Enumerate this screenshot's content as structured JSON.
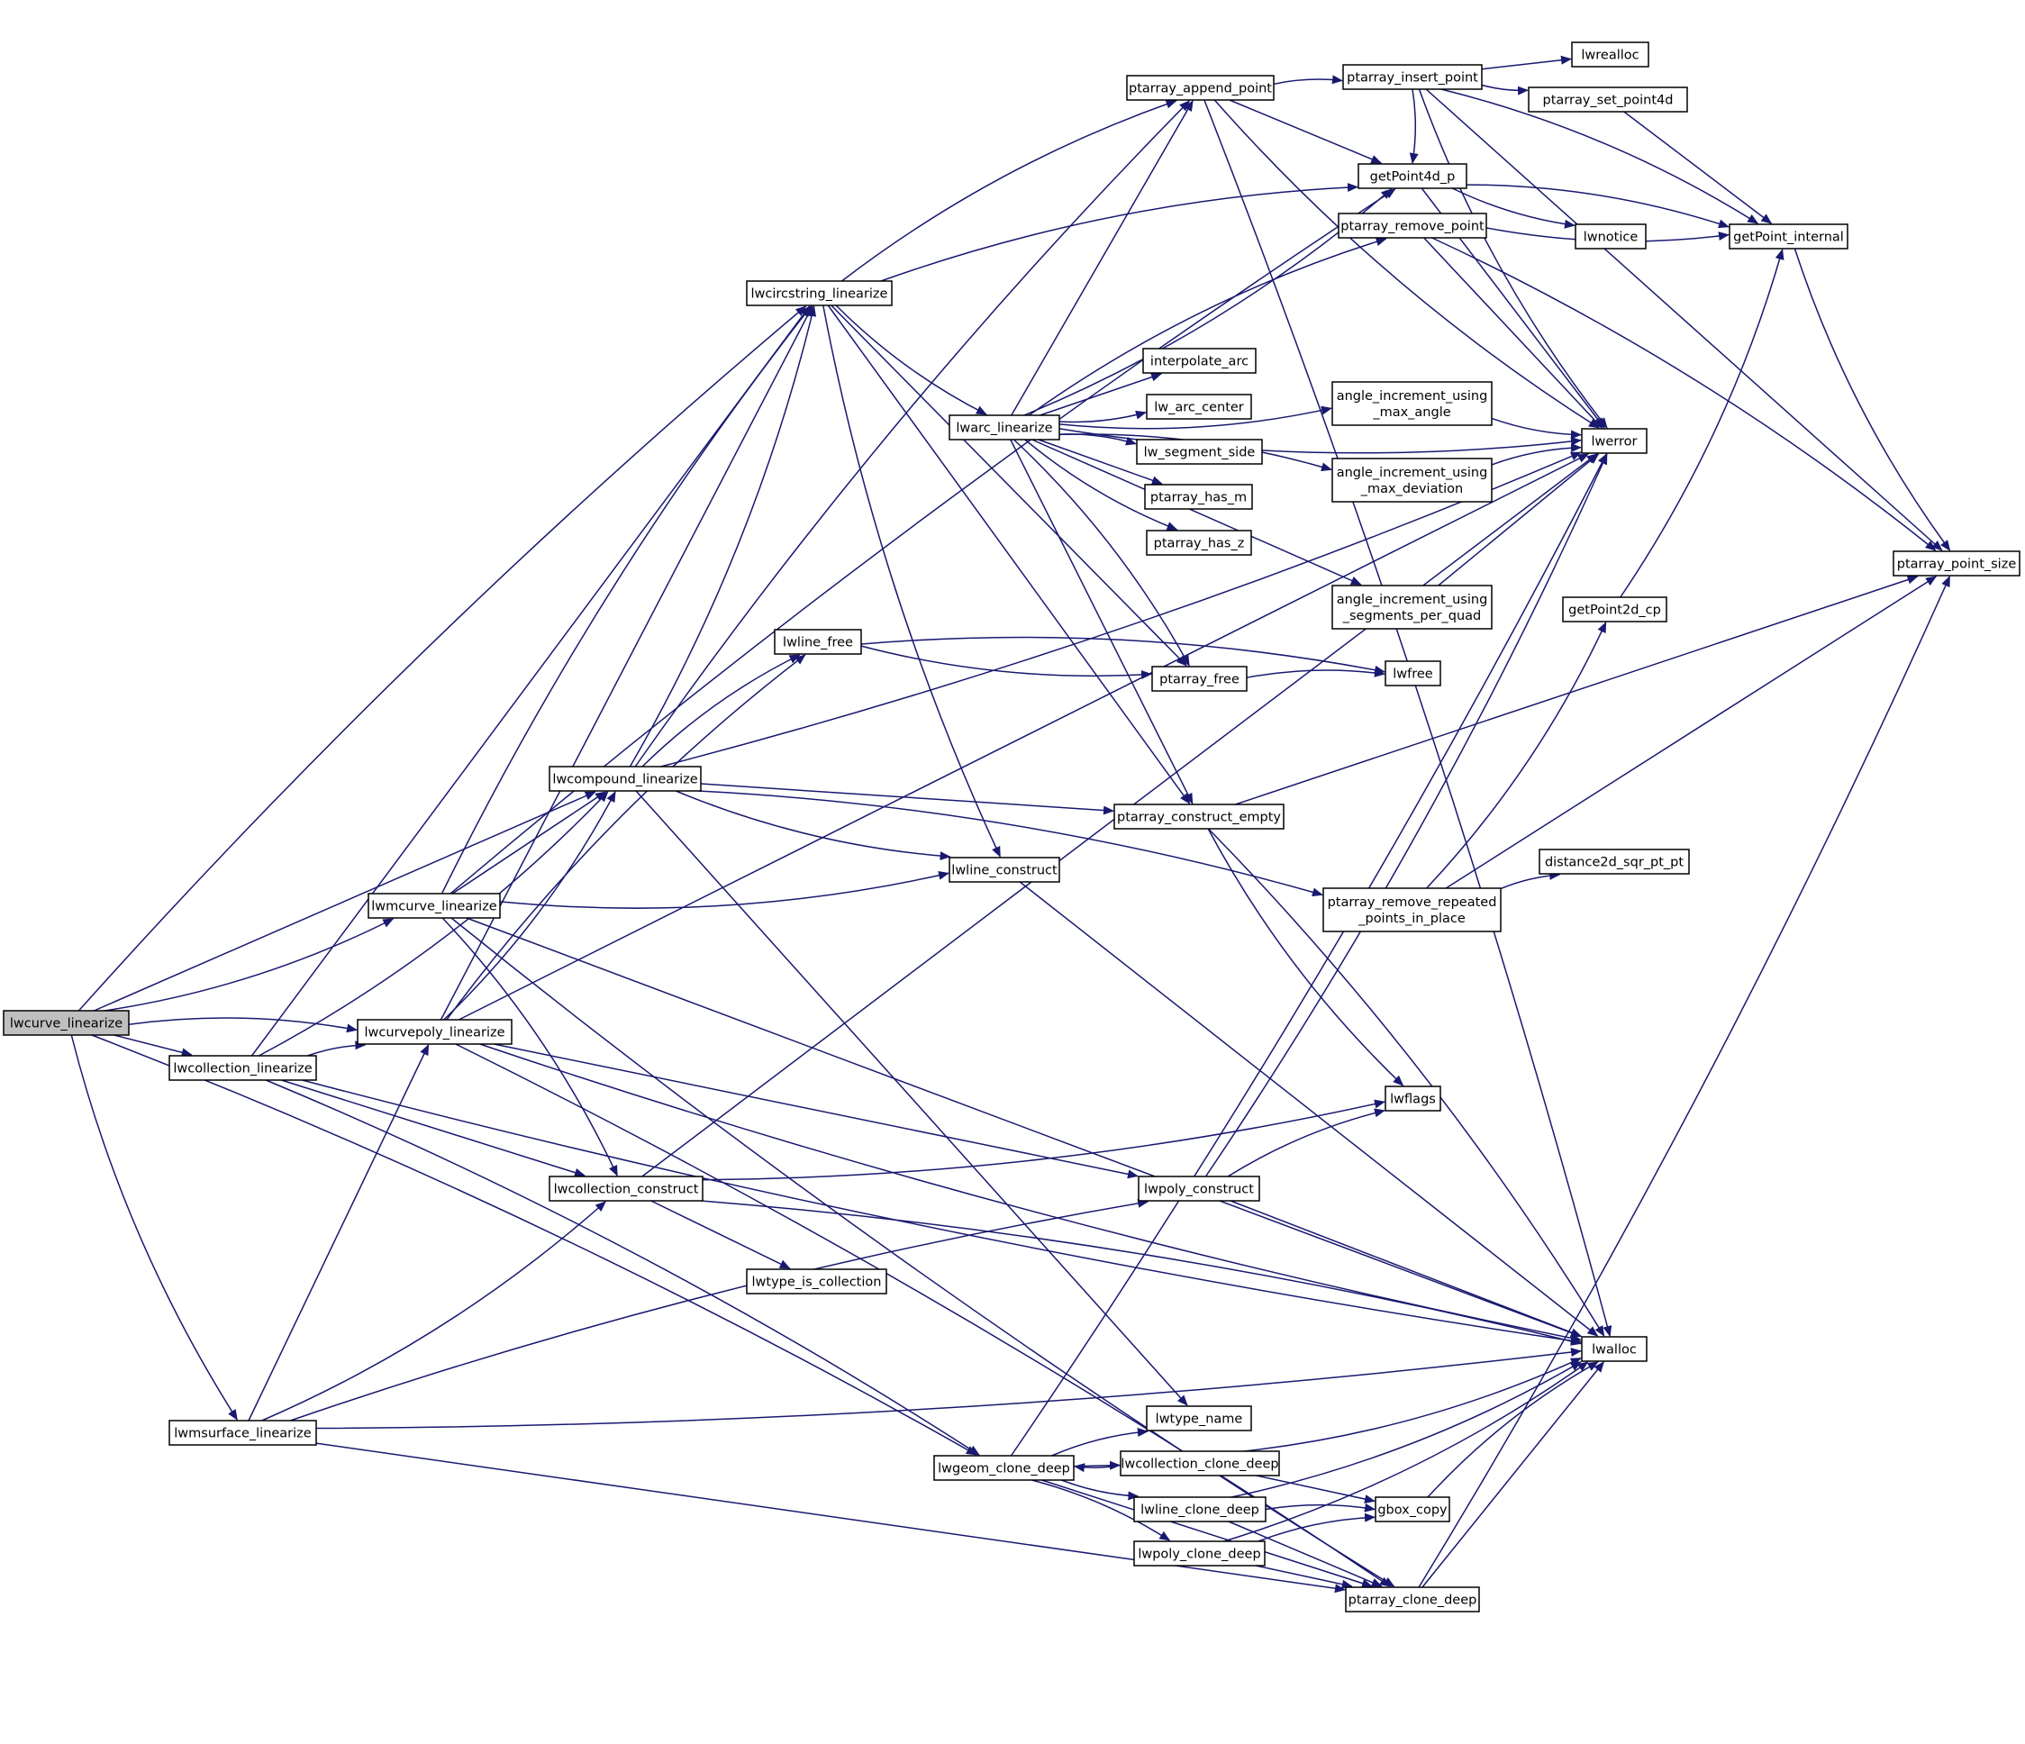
{
  "graph": {
    "root": "lwcurve_linearize",
    "nodes": [
      {
        "id": "lwcurve_linearize",
        "lines": [
          "lwcurve_linearize"
        ],
        "root": true
      },
      {
        "id": "lwcollection_linearize",
        "lines": [
          "lwcollection_linearize"
        ]
      },
      {
        "id": "lwmsurface_linearize",
        "lines": [
          "lwmsurface_linearize"
        ]
      },
      {
        "id": "lwmcurve_linearize",
        "lines": [
          "lwmcurve_linearize"
        ]
      },
      {
        "id": "lwcurvepoly_linearize",
        "lines": [
          "lwcurvepoly_linearize"
        ]
      },
      {
        "id": "lwcircstring_linearize",
        "lines": [
          "lwcircstring_linearize"
        ]
      },
      {
        "id": "lwcompound_linearize",
        "lines": [
          "lwcompound_linearize"
        ]
      },
      {
        "id": "lwcollection_construct",
        "lines": [
          "lwcollection_construct"
        ]
      },
      {
        "id": "lwtype_is_collection",
        "lines": [
          "lwtype_is_collection"
        ]
      },
      {
        "id": "lwline_free",
        "lines": [
          "lwline_free"
        ]
      },
      {
        "id": "lwarc_linearize",
        "lines": [
          "lwarc_linearize"
        ]
      },
      {
        "id": "ptarray_append_point",
        "lines": [
          "ptarray_append_point"
        ]
      },
      {
        "id": "interpolate_arc",
        "lines": [
          "interpolate_arc"
        ]
      },
      {
        "id": "lw_arc_center",
        "lines": [
          "lw_arc_center"
        ]
      },
      {
        "id": "lw_segment_side",
        "lines": [
          "lw_segment_side"
        ]
      },
      {
        "id": "ptarray_has_m",
        "lines": [
          "ptarray_has_m"
        ]
      },
      {
        "id": "ptarray_has_z",
        "lines": [
          "ptarray_has_z"
        ]
      },
      {
        "id": "ptarray_free",
        "lines": [
          "ptarray_free"
        ]
      },
      {
        "id": "ptarray_construct_empty",
        "lines": [
          "ptarray_construct_empty"
        ]
      },
      {
        "id": "lwline_construct",
        "lines": [
          "lwline_construct"
        ]
      },
      {
        "id": "lwpoly_construct",
        "lines": [
          "lwpoly_construct"
        ]
      },
      {
        "id": "lwtype_name",
        "lines": [
          "lwtype_name"
        ]
      },
      {
        "id": "lwgeom_clone_deep",
        "lines": [
          "lwgeom_clone_deep"
        ]
      },
      {
        "id": "lwcollection_clone_deep",
        "lines": [
          "lwcollection_clone_deep"
        ]
      },
      {
        "id": "lwline_clone_deep",
        "lines": [
          "lwline_clone_deep"
        ]
      },
      {
        "id": "lwpoly_clone_deep",
        "lines": [
          "lwpoly_clone_deep"
        ]
      },
      {
        "id": "ptarray_insert_point",
        "lines": [
          "ptarray_insert_point"
        ]
      },
      {
        "id": "getPoint4d_p",
        "lines": [
          "getPoint4d_p"
        ]
      },
      {
        "id": "ptarray_remove_point",
        "lines": [
          "ptarray_remove_point"
        ]
      },
      {
        "id": "angle_increment_using_max_angle",
        "lines": [
          "angle_increment_using",
          "_max_angle"
        ]
      },
      {
        "id": "angle_increment_using_max_deviation",
        "lines": [
          "angle_increment_using",
          "_max_deviation"
        ]
      },
      {
        "id": "angle_increment_using_segments_per_quad",
        "lines": [
          "angle_increment_using",
          "_segments_per_quad"
        ]
      },
      {
        "id": "lwfree",
        "lines": [
          "lwfree"
        ]
      },
      {
        "id": "ptarray_remove_repeated_points_in_place",
        "lines": [
          "ptarray_remove_repeated",
          "_points_in_place"
        ]
      },
      {
        "id": "lwflags",
        "lines": [
          "lwflags"
        ]
      },
      {
        "id": "gbox_copy",
        "lines": [
          "gbox_copy"
        ]
      },
      {
        "id": "ptarray_clone_deep",
        "lines": [
          "ptarray_clone_deep"
        ]
      },
      {
        "id": "lwrealloc",
        "lines": [
          "lwrealloc"
        ]
      },
      {
        "id": "ptarray_set_point4d",
        "lines": [
          "ptarray_set_point4d"
        ]
      },
      {
        "id": "lwnotice",
        "lines": [
          "lwnotice"
        ]
      },
      {
        "id": "lwerror",
        "lines": [
          "lwerror"
        ]
      },
      {
        "id": "getPoint2d_cp",
        "lines": [
          "getPoint2d_cp"
        ]
      },
      {
        "id": "distance2d_sqr_pt_pt",
        "lines": [
          "distance2d_sqr_pt_pt"
        ]
      },
      {
        "id": "lwalloc",
        "lines": [
          "lwalloc"
        ]
      },
      {
        "id": "getPoint_internal",
        "lines": [
          "getPoint_internal"
        ]
      },
      {
        "id": "ptarray_point_size",
        "lines": [
          "ptarray_point_size"
        ]
      }
    ],
    "edges": [
      [
        "lwcurve_linearize",
        "lwcircstring_linearize"
      ],
      [
        "lwcurve_linearize",
        "lwcompound_linearize"
      ],
      [
        "lwcurve_linearize",
        "lwmcurve_linearize"
      ],
      [
        "lwcurve_linearize",
        "lwcurvepoly_linearize"
      ],
      [
        "lwcurve_linearize",
        "lwcollection_linearize"
      ],
      [
        "lwcurve_linearize",
        "lwmsurface_linearize"
      ],
      [
        "lwcurve_linearize",
        "lwgeom_clone_deep"
      ],
      [
        "lwcollection_linearize",
        "lwcircstring_linearize"
      ],
      [
        "lwcollection_linearize",
        "lwcompound_linearize"
      ],
      [
        "lwcollection_linearize",
        "lwcurvepoly_linearize"
      ],
      [
        "lwcollection_linearize",
        "lwcollection_construct"
      ],
      [
        "lwcollection_linearize",
        "lwalloc"
      ],
      [
        "lwcollection_linearize",
        "lwgeom_clone_deep"
      ],
      [
        "lwmsurface_linearize",
        "lwcurvepoly_linearize"
      ],
      [
        "lwmsurface_linearize",
        "lwcollection_construct"
      ],
      [
        "lwmsurface_linearize",
        "lwpoly_construct"
      ],
      [
        "lwmsurface_linearize",
        "ptarray_clone_deep"
      ],
      [
        "lwmsurface_linearize",
        "lwalloc"
      ],
      [
        "lwmcurve_linearize",
        "lwcircstring_linearize"
      ],
      [
        "lwmcurve_linearize",
        "lwcompound_linearize"
      ],
      [
        "lwmcurve_linearize",
        "lwline_construct"
      ],
      [
        "lwmcurve_linearize",
        "lwcollection_construct"
      ],
      [
        "lwmcurve_linearize",
        "lwalloc"
      ],
      [
        "lwmcurve_linearize",
        "ptarray_clone_deep"
      ],
      [
        "lwmcurve_linearize",
        "getPoint4d_p"
      ],
      [
        "lwcurvepoly_linearize",
        "lwcircstring_linearize"
      ],
      [
        "lwcurvepoly_linearize",
        "lwcompound_linearize"
      ],
      [
        "lwcurvepoly_linearize",
        "lwline_free"
      ],
      [
        "lwcurvepoly_linearize",
        "lwpoly_construct"
      ],
      [
        "lwcurvepoly_linearize",
        "lwalloc"
      ],
      [
        "lwcurvepoly_linearize",
        "ptarray_clone_deep"
      ],
      [
        "lwcurvepoly_linearize",
        "lwerror"
      ],
      [
        "lwcircstring_linearize",
        "lwarc_linearize"
      ],
      [
        "lwcircstring_linearize",
        "ptarray_append_point"
      ],
      [
        "lwcircstring_linearize",
        "ptarray_construct_empty"
      ],
      [
        "lwcircstring_linearize",
        "lwline_construct"
      ],
      [
        "lwcircstring_linearize",
        "getPoint4d_p"
      ],
      [
        "lwcircstring_linearize",
        "ptarray_free"
      ],
      [
        "lwcompound_linearize",
        "lwcircstring_linearize"
      ],
      [
        "lwcompound_linearize",
        "lwline_free"
      ],
      [
        "lwcompound_linearize",
        "ptarray_construct_empty"
      ],
      [
        "lwcompound_linearize",
        "lwline_construct"
      ],
      [
        "lwcompound_linearize",
        "ptarray_remove_repeated_points_in_place"
      ],
      [
        "lwcompound_linearize",
        "lwtype_name"
      ],
      [
        "lwcompound_linearize",
        "lwerror"
      ],
      [
        "lwcompound_linearize",
        "ptarray_append_point"
      ],
      [
        "lwcollection_construct",
        "lwtype_is_collection"
      ],
      [
        "lwcollection_construct",
        "lwflags"
      ],
      [
        "lwcollection_construct",
        "lwalloc"
      ],
      [
        "lwcollection_construct",
        "lwerror"
      ],
      [
        "lwline_free",
        "ptarray_free"
      ],
      [
        "lwline_free",
        "lwfree"
      ],
      [
        "lwarc_linearize",
        "ptarray_append_point"
      ],
      [
        "lwarc_linearize",
        "getPoint4d_p"
      ],
      [
        "lwarc_linearize",
        "ptarray_remove_point"
      ],
      [
        "lwarc_linearize",
        "interpolate_arc"
      ],
      [
        "lwarc_linearize",
        "lw_arc_center"
      ],
      [
        "lwarc_linearize",
        "lw_segment_side"
      ],
      [
        "lwarc_linearize",
        "ptarray_has_m"
      ],
      [
        "lwarc_linearize",
        "ptarray_has_z"
      ],
      [
        "lwarc_linearize",
        "ptarray_free"
      ],
      [
        "lwarc_linearize",
        "ptarray_construct_empty"
      ],
      [
        "lwarc_linearize",
        "angle_increment_using_max_angle"
      ],
      [
        "lwarc_linearize",
        "angle_increment_using_max_deviation"
      ],
      [
        "lwarc_linearize",
        "angle_increment_using_segments_per_quad"
      ],
      [
        "lwarc_linearize",
        "lwerror"
      ],
      [
        "ptarray_append_point",
        "ptarray_insert_point"
      ],
      [
        "ptarray_append_point",
        "getPoint4d_p"
      ],
      [
        "ptarray_append_point",
        "lwerror"
      ],
      [
        "ptarray_append_point",
        "lwalloc"
      ],
      [
        "ptarray_insert_point",
        "lwrealloc"
      ],
      [
        "ptarray_insert_point",
        "ptarray_set_point4d"
      ],
      [
        "ptarray_insert_point",
        "getPoint_internal"
      ],
      [
        "ptarray_insert_point",
        "ptarray_point_size"
      ],
      [
        "ptarray_insert_point",
        "lwerror"
      ],
      [
        "ptarray_insert_point",
        "getPoint4d_p"
      ],
      [
        "ptarray_set_point4d",
        "getPoint_internal"
      ],
      [
        "getPoint4d_p",
        "lwnotice"
      ],
      [
        "getPoint4d_p",
        "getPoint_internal"
      ],
      [
        "getPoint4d_p",
        "lwerror"
      ],
      [
        "ptarray_remove_point",
        "getPoint_internal"
      ],
      [
        "ptarray_remove_point",
        "ptarray_point_size"
      ],
      [
        "ptarray_remove_point",
        "lwerror"
      ],
      [
        "angle_increment_using_max_angle",
        "lwerror"
      ],
      [
        "angle_increment_using_max_deviation",
        "lwerror"
      ],
      [
        "angle_increment_using_segments_per_quad",
        "lwerror"
      ],
      [
        "getPoint_internal",
        "ptarray_point_size"
      ],
      [
        "ptarray_free",
        "lwfree"
      ],
      [
        "ptarray_construct_empty",
        "ptarray_point_size"
      ],
      [
        "ptarray_construct_empty",
        "lwflags"
      ],
      [
        "ptarray_construct_empty",
        "lwalloc"
      ],
      [
        "lwline_construct",
        "lwalloc"
      ],
      [
        "ptarray_remove_repeated_points_in_place",
        "getPoint2d_cp"
      ],
      [
        "ptarray_remove_repeated_points_in_place",
        "distance2d_sqr_pt_pt"
      ],
      [
        "ptarray_remove_repeated_points_in_place",
        "ptarray_point_size"
      ],
      [
        "getPoint2d_cp",
        "getPoint_internal"
      ],
      [
        "lwpoly_construct",
        "lwflags"
      ],
      [
        "lwpoly_construct",
        "lwalloc"
      ],
      [
        "lwpoly_construct",
        "lwerror"
      ],
      [
        "lwgeom_clone_deep",
        "lwtype_name"
      ],
      [
        "lwgeom_clone_deep",
        "lwcollection_clone_deep"
      ],
      [
        "lwgeom_clone_deep",
        "lwline_clone_deep"
      ],
      [
        "lwgeom_clone_deep",
        "lwpoly_clone_deep"
      ],
      [
        "lwgeom_clone_deep",
        "ptarray_clone_deep"
      ],
      [
        "lwgeom_clone_deep",
        "lwerror"
      ],
      [
        "lwcollection_clone_deep",
        "lwgeom_clone_deep"
      ],
      [
        "lwcollection_clone_deep",
        "gbox_copy"
      ],
      [
        "lwcollection_clone_deep",
        "lwalloc"
      ],
      [
        "lwline_clone_deep",
        "gbox_copy"
      ],
      [
        "lwline_clone_deep",
        "ptarray_clone_deep"
      ],
      [
        "lwline_clone_deep",
        "lwalloc"
      ],
      [
        "lwpoly_clone_deep",
        "gbox_copy"
      ],
      [
        "lwpoly_clone_deep",
        "ptarray_clone_deep"
      ],
      [
        "lwpoly_clone_deep",
        "lwalloc"
      ],
      [
        "gbox_copy",
        "lwalloc"
      ],
      [
        "ptarray_clone_deep",
        "lwalloc"
      ],
      [
        "ptarray_clone_deep",
        "ptarray_point_size"
      ]
    ]
  },
  "style": {
    "edge_color": "#191970",
    "root_fill": "#bfbfbf",
    "node_fill": "#ffffff"
  }
}
